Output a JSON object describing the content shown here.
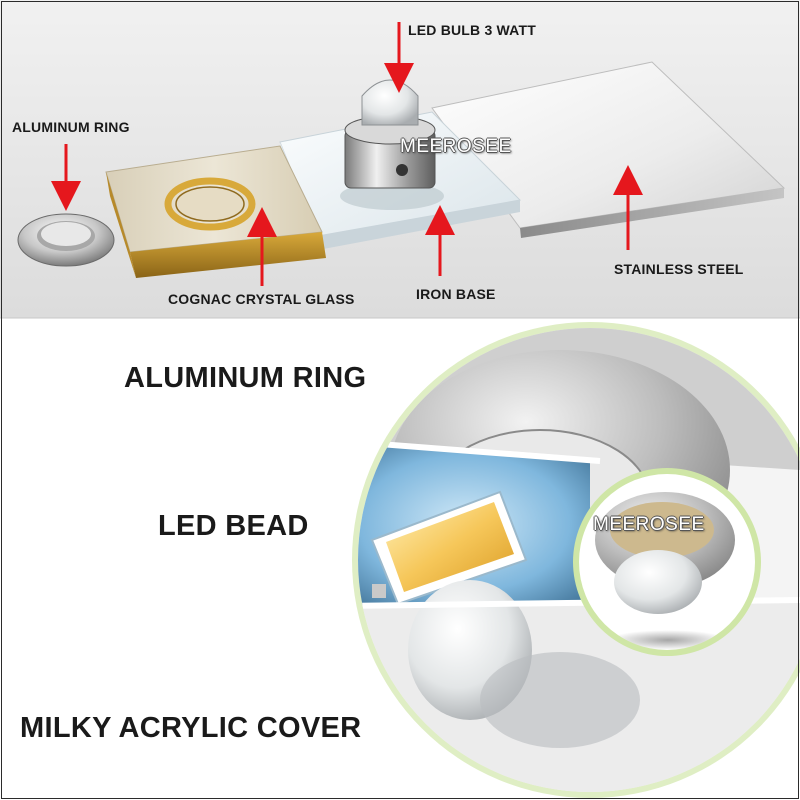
{
  "top_labels": {
    "led_bulb": "LED BULB  3 WATT",
    "aluminum_ring": "ALUMINUM RING",
    "cognac_glass": "COGNAC CRYSTAL GLASS",
    "iron_base": "IRON BASE",
    "stainless_steel": "STAINLESS STEEL"
  },
  "bottom_labels": {
    "aluminum_ring": "ALUMINUM RING",
    "led_bead": "LED BEAD",
    "acrylic_cover": "MILKY ACRYLIC COVER"
  },
  "watermark": "MEEROSEE",
  "colors": {
    "arrow": "#e5171d",
    "panel_bg": "#e9e9e9",
    "ring_glow": "#d9ecb8",
    "cognac": "#c9992e"
  }
}
